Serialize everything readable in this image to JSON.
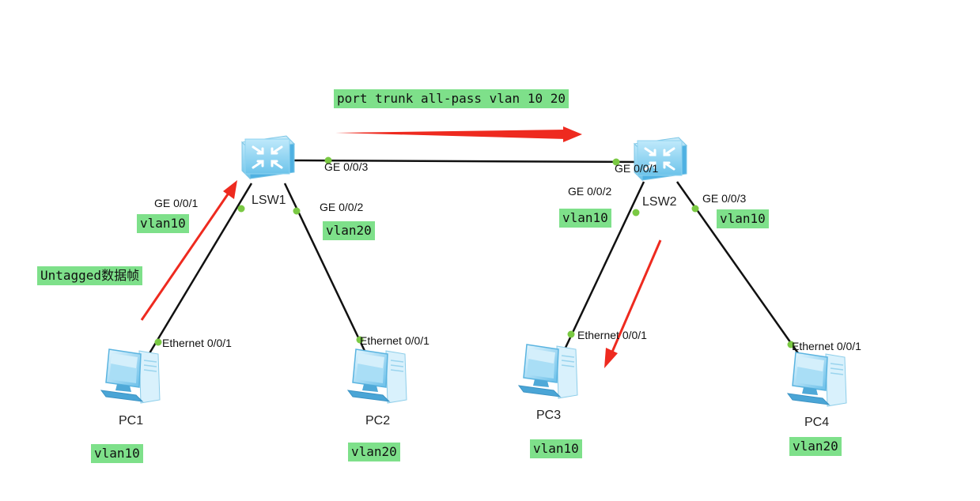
{
  "commands": {
    "trunk": "port trunk all-pass vlan 10 20"
  },
  "annotations": {
    "untagged": "Untagged数据帧"
  },
  "colors": {
    "tag_bg": "#7ee08a",
    "arrow": "#ee2a1f",
    "link": "#111111",
    "port_dot": "#7ac943"
  },
  "switches": {
    "lsw1": {
      "name": "LSW1",
      "ports": {
        "ge001": "GE 0/0/1",
        "ge002": "GE 0/0/2",
        "ge003": "GE 0/0/3"
      }
    },
    "lsw2": {
      "name": "LSW2",
      "ports": {
        "ge001": "GE 0/0/1",
        "ge002": "GE 0/0/2",
        "ge003": "GE 0/0/3"
      }
    }
  },
  "pcs": {
    "pc1": {
      "name": "PC1",
      "port": "Ethernet 0/0/1",
      "vlan": "vlan10"
    },
    "pc2": {
      "name": "PC2",
      "port": "Ethernet 0/0/1",
      "vlan": "vlan20"
    },
    "pc3": {
      "name": "PC3",
      "port": "Ethernet 0/0/1",
      "vlan": "vlan10"
    },
    "pc4": {
      "name": "PC4",
      "port": "Ethernet 0/0/1",
      "vlan": "vlan20"
    }
  },
  "port_vlans": {
    "lsw1_ge001": "vlan10",
    "lsw1_ge002": "vlan20",
    "lsw2_ge002": "vlan10",
    "lsw2_ge003": "vlan10"
  }
}
